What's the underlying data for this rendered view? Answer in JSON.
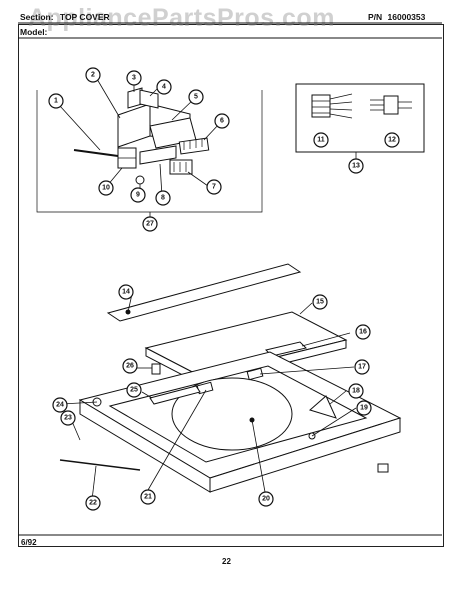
{
  "header": {
    "section_label": "Section:",
    "section_value": "TOP COVER",
    "model_label": "Model:",
    "model_value": "",
    "pn_label": "P/N",
    "pn_value": "16000353"
  },
  "watermark": "AppliancePartsPros.com",
  "footer": {
    "date": "6/92",
    "page": "22"
  },
  "callouts": [
    "1",
    "2",
    "3",
    "4",
    "5",
    "6",
    "7",
    "8",
    "9",
    "10",
    "11",
    "12",
    "13",
    "14",
    "15",
    "16",
    "17",
    "18",
    "19",
    "20",
    "21",
    "22",
    "23",
    "24",
    "25",
    "26",
    "27"
  ]
}
